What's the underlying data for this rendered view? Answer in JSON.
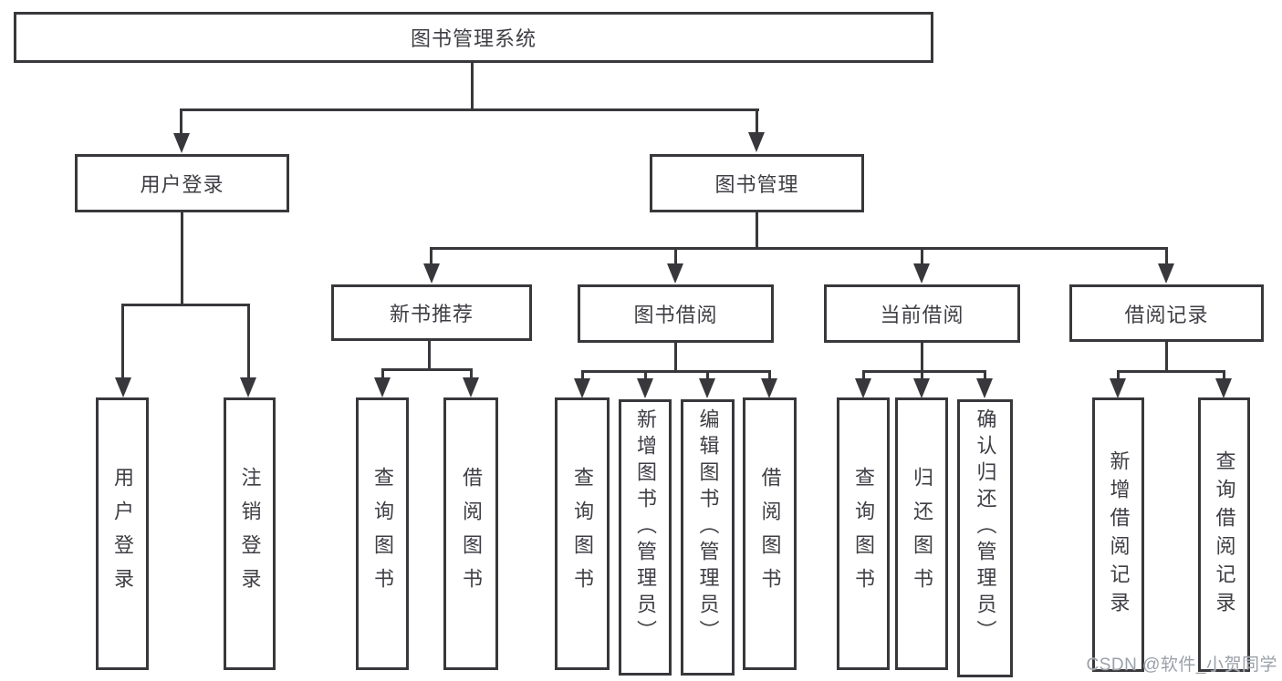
{
  "tree": {
    "root": {
      "label": "图书管理系统"
    },
    "children": [
      {
        "label": "用户登录",
        "children": [
          {
            "label": "用户登录"
          },
          {
            "label": "注销登录"
          }
        ]
      },
      {
        "label": "图书管理",
        "children": [
          {
            "label": "新书推荐",
            "children": [
              {
                "label": "查询图书"
              },
              {
                "label": "借阅图书"
              }
            ]
          },
          {
            "label": "图书借阅",
            "children": [
              {
                "label": "查询图书"
              },
              {
                "label": "新增图书（管理员）"
              },
              {
                "label": "编辑图书（管理员）"
              },
              {
                "label": "借阅图书"
              }
            ]
          },
          {
            "label": "当前借阅",
            "children": [
              {
                "label": "查询图书"
              },
              {
                "label": "归还图书"
              },
              {
                "label": "确认归还（管理员）"
              }
            ]
          },
          {
            "label": "借阅记录",
            "children": [
              {
                "label": "新增借阅记录"
              },
              {
                "label": "查询借阅记录"
              }
            ]
          }
        ]
      }
    ]
  },
  "watermark": {
    "text": "CSDN @软件_小贺同学"
  },
  "colors": {
    "line": "#38383c",
    "text": "#3e3e44",
    "watermark": "#9ba1a9",
    "background": "#ffffff"
  }
}
